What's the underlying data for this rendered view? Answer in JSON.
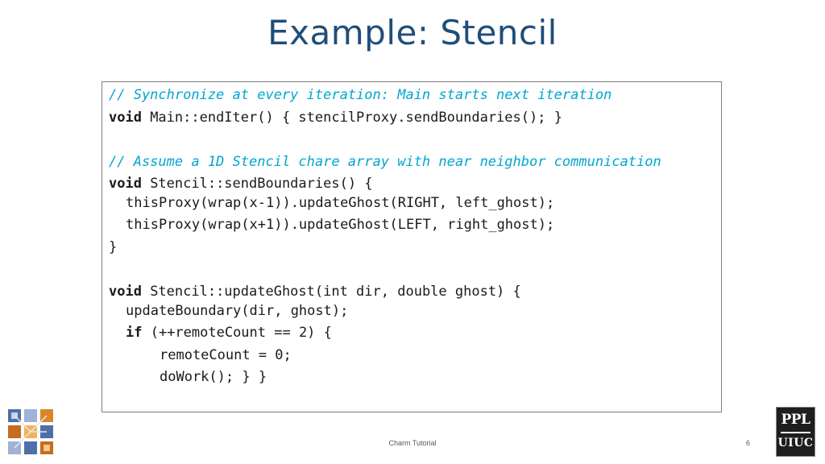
{
  "slide": {
    "title": "Example: Stencil",
    "footer": "Charm Tutorial",
    "page_number": "6"
  },
  "code": {
    "l1_comment": "// Synchronize at every iteration: Main starts next iteration",
    "l2_kw": "void",
    "l2_rest": " Main::endIter() { stencilProxy.sendBoundaries(); }",
    "l3_comment": "// Assume a 1D Stencil chare array with near neighbor communication",
    "l4_kw": "void",
    "l4_rest": " Stencil::sendBoundaries() {",
    "l5": "thisProxy(wrap(x-1)).updateGhost(RIGHT, left_ghost);",
    "l6": "thisProxy(wrap(x+1)).updateGhost(LEFT, right_ghost);",
    "l7": "}",
    "l8_kw": "void",
    "l8_rest": " Stencil::updateGhost(int dir, double ghost) {",
    "l9": "updateBoundary(dir, ghost);",
    "l10_kw": "if",
    "l10_rest": " (++remoteCount == 2) {",
    "l11": "remoteCount = 0;",
    "l12": "doWork(); } }"
  },
  "logos": {
    "right_top": "PPL",
    "right_bottom": "UIUC"
  },
  "colors": {
    "title": "#1f4e79",
    "comment": "#00a6cf",
    "border": "#7f7f7f"
  }
}
